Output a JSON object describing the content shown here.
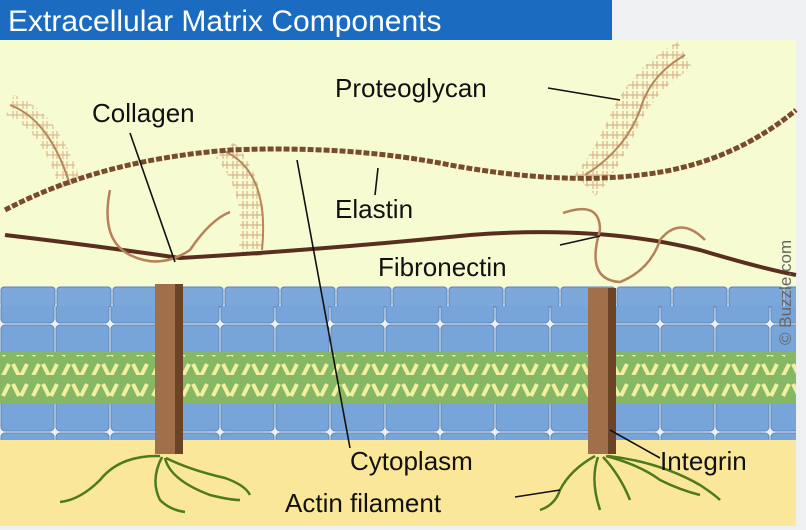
{
  "title": "Extracellular Matrix Components",
  "labels": {
    "proteoglycan": "Proteoglycan",
    "collagen": "Collagen",
    "elastin": "Elastin",
    "fibronectin": "Fibronectin",
    "cytoplasm": "Cytoplasm",
    "integrin": "Integrin",
    "actin": "Actin filament"
  },
  "watermark": "© Buzzle.com",
  "colors": {
    "title_bar": "#1b6cc0",
    "matrix_bg": "#f7fbd2",
    "membrane_blue": "#7aa6d9",
    "membrane_green": "#86b765",
    "cytoplasm": "#fbe79a",
    "fiber": "#8a5a3a",
    "integrin": "#a0704a",
    "actin": "#4d7a1e"
  }
}
